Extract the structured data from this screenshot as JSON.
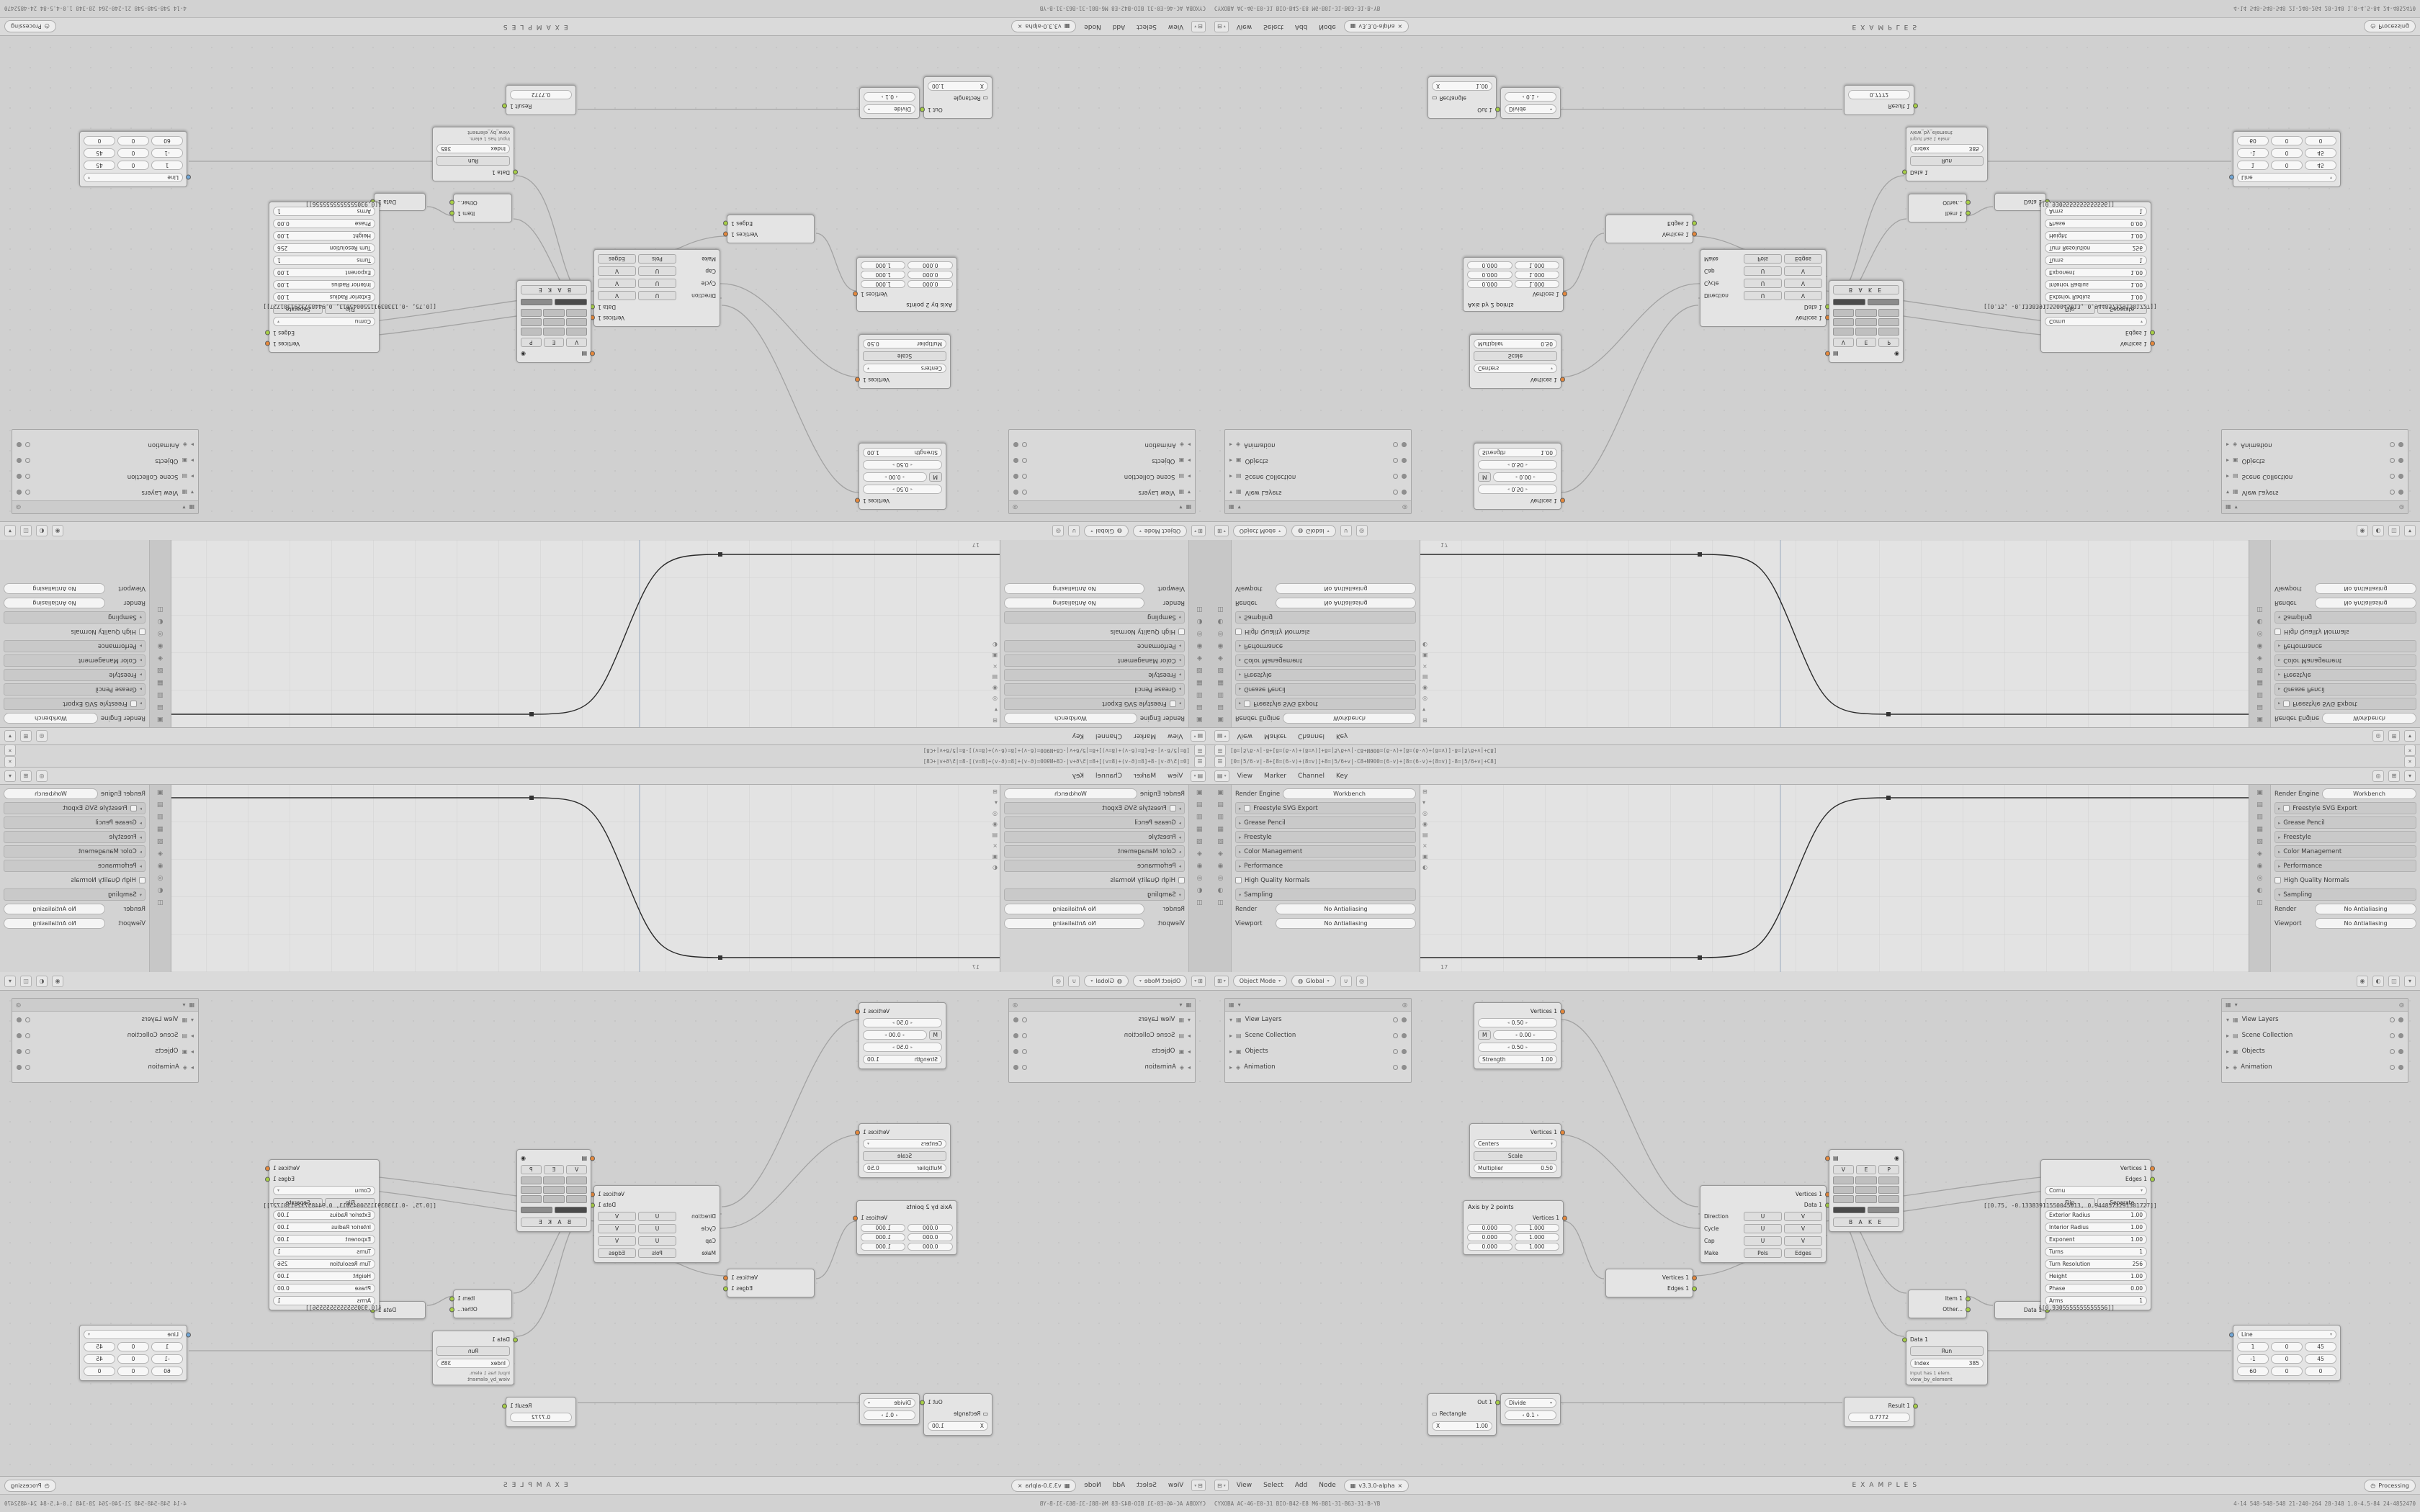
{
  "icons": {
    "clock": "◷",
    "grid": "⊞",
    "grid2": "⊟",
    "menu": "☰",
    "list": "▤",
    "block": "▦",
    "eye": "◉",
    "target": "◎",
    "down": "▾",
    "right": "▸",
    "close": "×",
    "globe": "◍",
    "square": "▣",
    "diamond": "◈",
    "half": "◐",
    "window": "◫",
    "magnet": "∪",
    "shape": "▭",
    "editor": "▥",
    "warn": "▲"
  },
  "expr_bar": {
    "text": "[0=|5/6-v|-8+[8=(6-v)+(8=v)]+8=|5/6+v|-C8+N900=(6-v)+[8=(6-v)+(8=v)]-8=|5/6+v|+C8]"
  },
  "graph_header": {
    "menus": [
      "View",
      "Marker",
      "Channel",
      "Key"
    ]
  },
  "node_header": {
    "mode": "Object Mode",
    "orientation": "Global"
  },
  "props": {
    "tabs": [
      "▣",
      "▤",
      "▥",
      "▦",
      "▧",
      "◈",
      "◉",
      "◎",
      "◐",
      "◫"
    ],
    "engine_label": "Render Engine",
    "engine": "Workbench",
    "panels": [
      "Freestyle SVG Export",
      "Grease Pencil",
      "Freestyle",
      "Color Management",
      "Performance"
    ],
    "check_label": "High Quality Normals",
    "sampling_label": "Sampling",
    "render_label": "Render",
    "render_value": "No Antialiasing",
    "viewport_label": "Viewport",
    "viewport_value": "No Antialiasing"
  },
  "outliner": {
    "rows": [
      "View Layers",
      "Scene Collection",
      "Objects",
      "Animation"
    ],
    "icons": [
      "▦",
      "▤",
      "▣",
      "◈"
    ]
  },
  "graph": {
    "corner_label": "17",
    "tools": [
      "⊞",
      "▾",
      "◎",
      "◉",
      "▤",
      "×",
      "▣",
      "◐"
    ]
  },
  "nodes": {
    "noise": {
      "out": "Vertices 1",
      "f1": "0.50",
      "mlabel": "M",
      "f2": "0.00",
      "f3": "0.50",
      "slabel": "Strength",
      "sval": "1.00"
    },
    "centers": {
      "out": "Vertices 1",
      "mode": "Centers",
      "mode2": "Scale",
      "mult_label": "Multiplier",
      "mult": "0.50"
    },
    "axis": {
      "title": "Axis by 2 points",
      "out": "Vertices 1",
      "col1": [
        "0.000",
        "0.000",
        "0.000"
      ],
      "col2": [
        "1.000",
        "1.000",
        "1.000"
      ]
    },
    "rect": {
      "out": "Out 1",
      "shape": "Rectangle",
      "xlabel": "X",
      "xval": "1.00"
    },
    "divide": {
      "mode": "Divide",
      "val": "0.1"
    },
    "vedges": {
      "r1": "Vertices 1",
      "r2": "Edges 1"
    },
    "uvcon": {
      "out1": "Vertices 1",
      "out2": "Data 1",
      "rows": [
        {
          "label": "Direction",
          "a": "U",
          "b": "V"
        },
        {
          "label": "Cycle",
          "a": "U",
          "b": "V"
        },
        {
          "label": "Cap",
          "a": "U",
          "b": "V"
        },
        {
          "label": "Make",
          "a": "Pols",
          "b": "Edges"
        }
      ]
    },
    "viewer": {
      "toggles": [
        "V",
        "E",
        "P"
      ],
      "bake": "B A K E"
    },
    "item": {
      "r1": "Item 1",
      "r2": "Other..."
    },
    "vbe": {
      "out": "Data 1",
      "run": "Run",
      "index_label": "Index",
      "index": "385",
      "note": "input has 1 elem.",
      "name": "view_by_element"
    },
    "result": {
      "out": "Result 1",
      "val": "0.7772"
    },
    "datasmall": {
      "out": "Data 1"
    },
    "spiral": {
      "out1": "Vertices 1",
      "out2": "Edges 1",
      "mode": "Cornu",
      "t1": "Flip",
      "t2": "Separate",
      "params": [
        {
          "label": "Exterior Radius",
          "val": "1.00"
        },
        {
          "label": "Interior Radius",
          "val": "1.00"
        },
        {
          "label": "Exponent",
          "val": "1.00"
        },
        {
          "label": "Turns",
          "val": "1"
        },
        {
          "label": "Turn Resolution",
          "val": "256"
        },
        {
          "label": "Height",
          "val": "1.00"
        },
        {
          "label": "Phase",
          "val": "0.00"
        },
        {
          "label": "Arms",
          "val": "1"
        }
      ]
    },
    "num": {
      "mode": "Line",
      "grid": [
        [
          "1",
          "0",
          "45"
        ],
        [
          "-1",
          "0",
          "45"
        ],
        [
          "60",
          "0",
          "0"
        ]
      ]
    }
  },
  "stetho": {
    "vector": "[[0.75, -0.13383911550045013, 0.9448573291301727]]",
    "scalar": "[[0.9305555555555556]]"
  },
  "bottom_bar": {
    "menus": [
      "View",
      "Select",
      "Add",
      "Node"
    ],
    "tree_name": "v3.3.0-alpha",
    "workspace": "EXAMPLES",
    "status": "Processing"
  },
  "status_bar": {
    "left": "CYXOBA AC-46-E0-31 BIO-B42-E8 M6-B81-31-B63-31-B-YB",
    "right": "4-14  548-548-548  21-240-264  28-348  1.0-4.5-84  24-4852470"
  }
}
